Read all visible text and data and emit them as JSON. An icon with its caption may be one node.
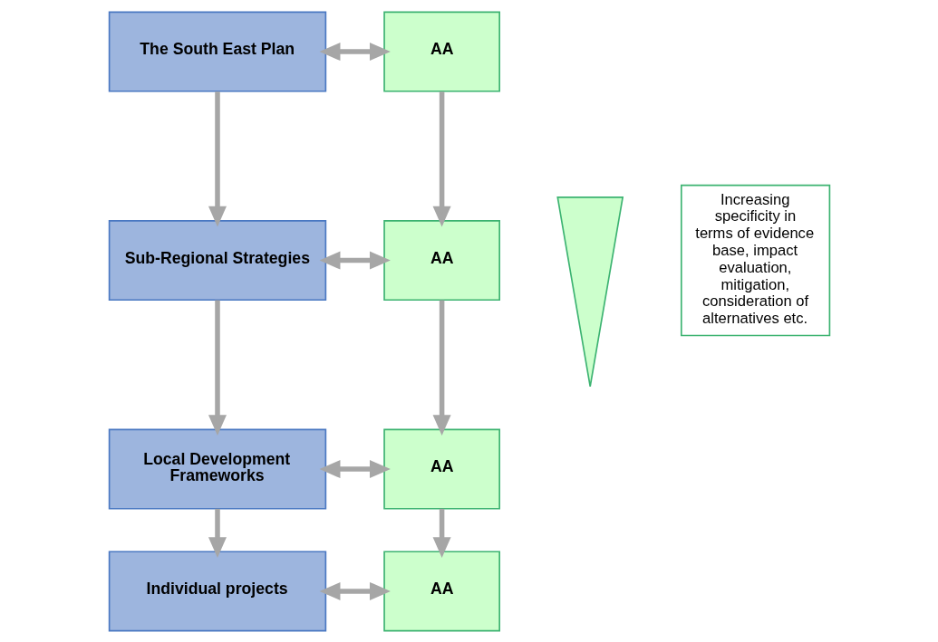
{
  "diagram": {
    "nodes": [
      {
        "text": [
          "The South East Plan"
        ]
      },
      {
        "text": [
          "AA"
        ]
      },
      {
        "text": [
          "Sub-Regional Strategies"
        ]
      },
      {
        "text": [
          "AA"
        ]
      },
      {
        "text": [
          "Local Development Frameworks"
        ]
      },
      {
        "text": [
          "AA"
        ]
      },
      {
        "text": [
          "Individual projects"
        ]
      },
      {
        "text": [
          "AA"
        ]
      },
      {
        "text": [],
        "shape": "arrow"
      },
      {
        "text": [
          "Increasing specificity in terms of evidence base, impact evaluation, mitigation, consideration of alternatives etc."
        ]
      }
    ],
    "edges": [
      {
        "from": 0,
        "to": 1,
        "arrow": "both"
      },
      {
        "from": 0,
        "to": 2,
        "arrow": "to"
      },
      {
        "from": 1,
        "to": 3,
        "arrow": "to"
      },
      {
        "from": 2,
        "to": 3,
        "arrow": "both"
      },
      {
        "from": 2,
        "to": 4,
        "arrow": "to"
      },
      {
        "from": 3,
        "to": 5,
        "arrow": "to"
      },
      {
        "from": 4,
        "to": 5,
        "arrow": "both"
      },
      {
        "from": 4,
        "to": 6,
        "arrow": "to"
      },
      {
        "from": 5,
        "to": 7,
        "arrow": "to"
      },
      {
        "from": 6,
        "to": 7,
        "arrow": "both"
      }
    ]
  }
}
